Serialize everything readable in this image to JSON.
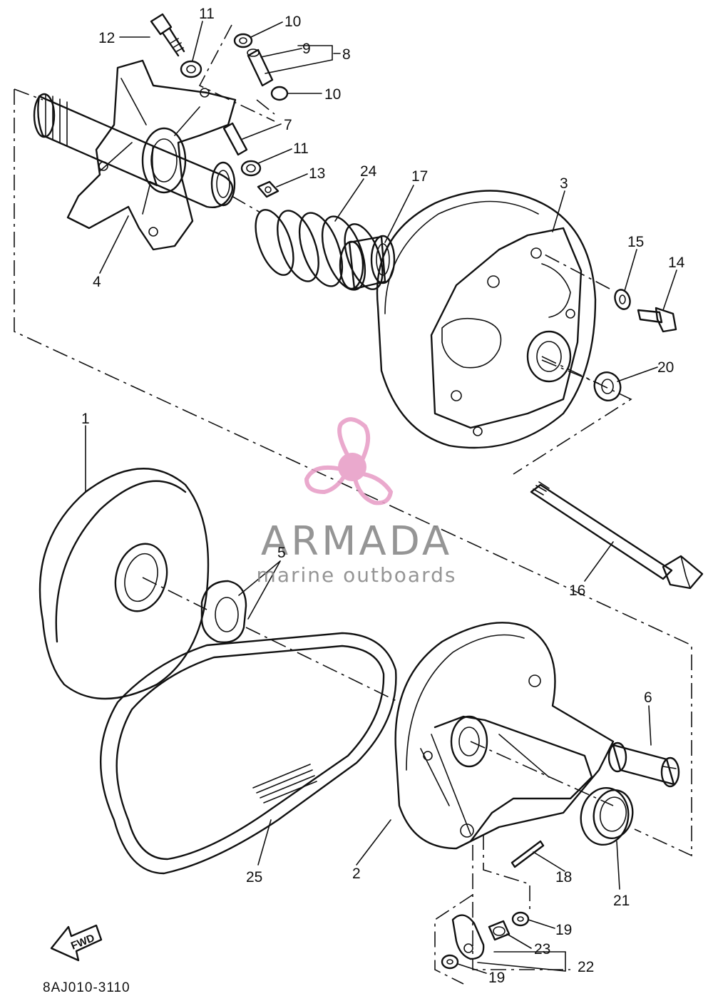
{
  "callouts": [
    {
      "id": "1",
      "label": "1"
    },
    {
      "id": "2",
      "label": "2"
    },
    {
      "id": "3",
      "label": "3"
    },
    {
      "id": "4",
      "label": "4"
    },
    {
      "id": "5",
      "label": "5"
    },
    {
      "id": "6",
      "label": "6"
    },
    {
      "id": "7",
      "label": "7"
    },
    {
      "id": "8",
      "label": "8"
    },
    {
      "id": "9",
      "label": "9"
    },
    {
      "id": "10a",
      "label": "10"
    },
    {
      "id": "10b",
      "label": "10"
    },
    {
      "id": "11a",
      "label": "11"
    },
    {
      "id": "11b",
      "label": "11"
    },
    {
      "id": "12",
      "label": "12"
    },
    {
      "id": "13",
      "label": "13"
    },
    {
      "id": "14",
      "label": "14"
    },
    {
      "id": "15",
      "label": "15"
    },
    {
      "id": "16",
      "label": "16"
    },
    {
      "id": "17",
      "label": "17"
    },
    {
      "id": "18",
      "label": "18"
    },
    {
      "id": "19a",
      "label": "19"
    },
    {
      "id": "19b",
      "label": "19"
    },
    {
      "id": "20",
      "label": "20"
    },
    {
      "id": "21",
      "label": "21"
    },
    {
      "id": "22",
      "label": "22"
    },
    {
      "id": "23",
      "label": "23"
    },
    {
      "id": "24",
      "label": "24"
    },
    {
      "id": "25",
      "label": "25"
    }
  ],
  "drawing_code": "8AJ010-3110",
  "direction_arrow": "FWD",
  "watermark": {
    "brand": "ARMADA",
    "tagline": "marine outboards",
    "logo_icon": "propeller-icon",
    "logo_color": "#e8a0c8"
  }
}
